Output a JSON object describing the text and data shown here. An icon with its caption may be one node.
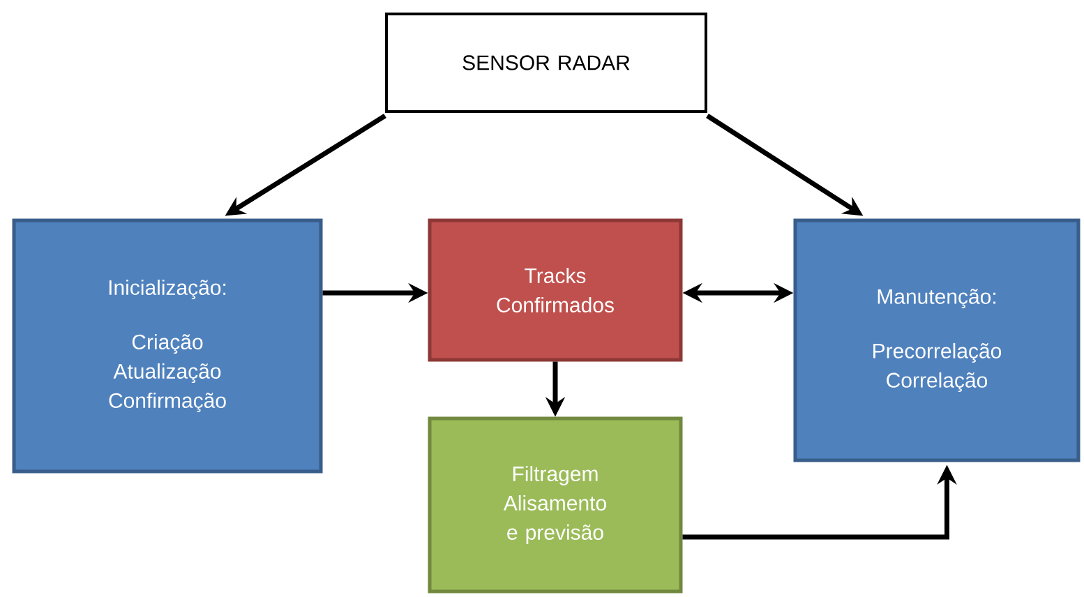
{
  "diagram": {
    "nodes": [
      {
        "text": [
          "SENSOR RADAR"
        ]
      },
      {
        "text": [
          "Inicialização:",
          "Criação Atualização Confirmação"
        ]
      },
      {
        "text": [
          "Tracks Confirmados"
        ]
      },
      {
        "text": [
          "Manutenção:",
          "Precorrelação Correlação"
        ]
      },
      {
        "text": [
          "Filtragem Alisamento e previsão"
        ]
      }
    ],
    "edges": [
      {
        "from": 0,
        "to": 1,
        "arrow": "to"
      },
      {
        "from": 0,
        "to": 3,
        "arrow": "to"
      },
      {
        "from": 1,
        "to": 2,
        "arrow": "to"
      },
      {
        "from": 2,
        "to": 3,
        "arrow": "both"
      },
      {
        "from": 2,
        "to": 4,
        "arrow": "to"
      },
      {
        "from": 4,
        "to": 3,
        "arrow": "to"
      }
    ]
  }
}
